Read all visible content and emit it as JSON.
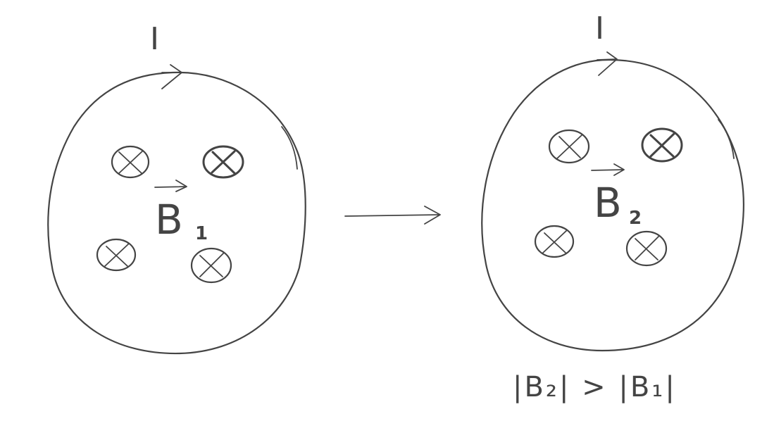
{
  "current_label": "I",
  "field_before": {
    "symbol": "B",
    "subscript": "1"
  },
  "field_after": {
    "symbol": "B",
    "subscript": "2"
  },
  "relation_text": "|B₂| > |B₁|",
  "ink_color": "#444444"
}
